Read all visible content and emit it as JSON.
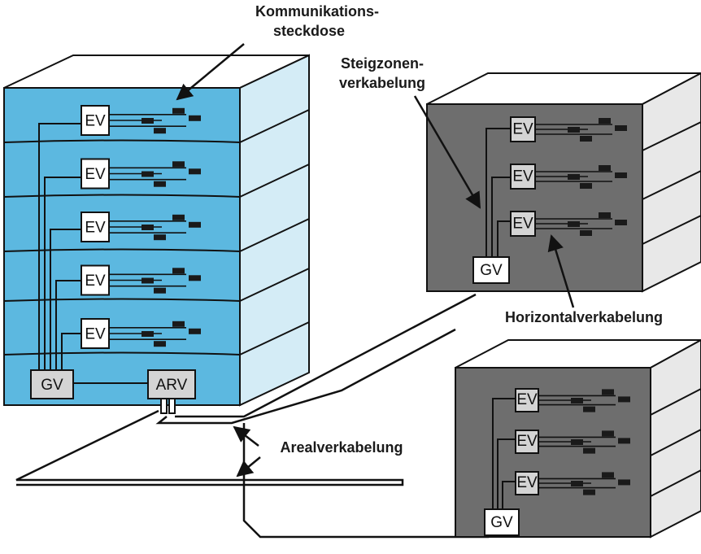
{
  "labels": {
    "outlet_line1": "Kommunikations-",
    "outlet_line2": "steckdose",
    "riser_line1": "Steigzonen-",
    "riser_line2": "verkabelung",
    "horizontal": "Horizontalverkabelung",
    "campus": "Arealverkabelung"
  },
  "buildings": [
    {
      "name": "building-left",
      "floor_distributor": "EV",
      "floor_count": 5,
      "building_distributor": "GV",
      "campus_distributor": "ARV"
    },
    {
      "name": "building-right-top",
      "floor_distributor": "EV",
      "floor_count": 3,
      "building_distributor": "GV"
    },
    {
      "name": "building-right-bottom",
      "floor_distributor": "EV",
      "floor_count": 3,
      "building_distributor": "GV"
    }
  ],
  "colors": {
    "left_building_front": "#5cb8e0",
    "left_building_side": "#d4ecf6",
    "right_building_front": "#6e6e6e",
    "right_building_side": "#e8e8e8",
    "box_fill_light": "#ffffff",
    "box_fill_grey": "#d4d4d4"
  }
}
